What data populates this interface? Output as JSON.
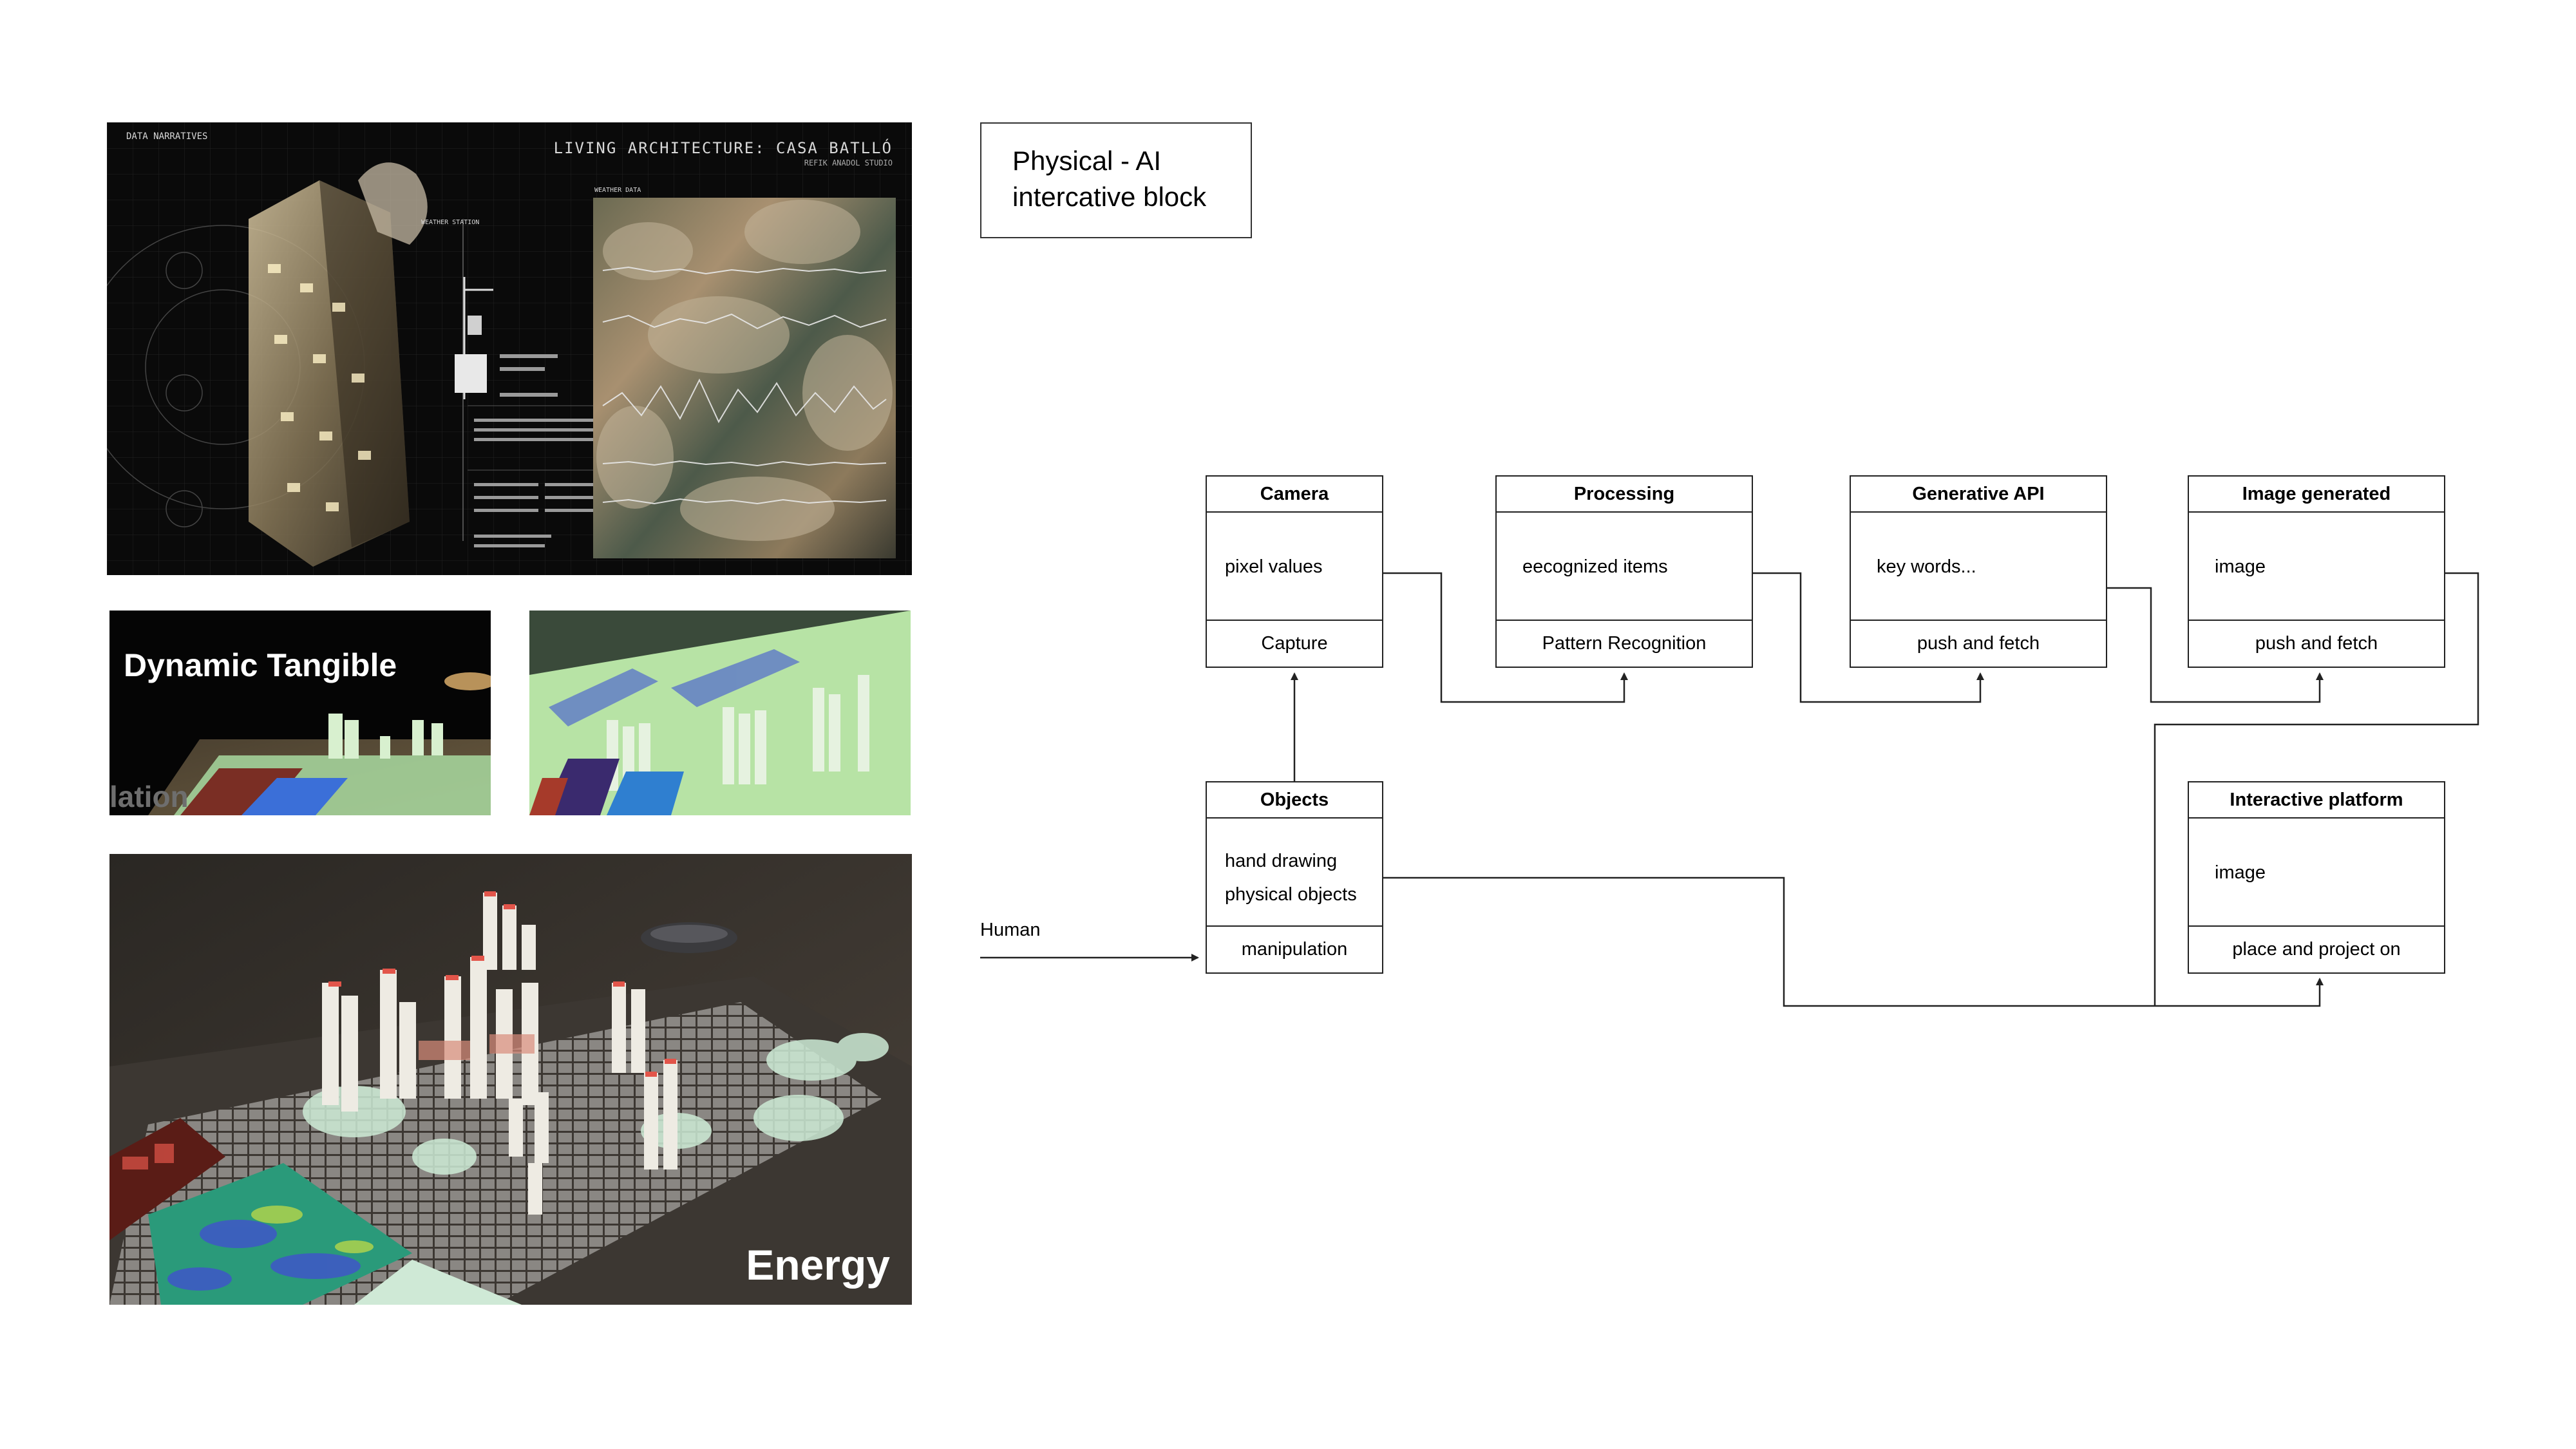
{
  "images": {
    "poster": {
      "header_left": "DATA NARRATIVES",
      "title": "LIVING ARCHITECTURE: CASA BATLLÓ",
      "studio": "REFIK ANADOL STUDIO",
      "section_weather_station": "WEATHER STATION",
      "section_weather_data": "WEATHER DATA"
    },
    "tangible": {
      "title": "Dynamic Tangible",
      "fragment": "lation"
    },
    "energy": {
      "title": "Energy"
    }
  },
  "diagram": {
    "note": {
      "line1": "Physical - AI",
      "line2": "intercative block"
    },
    "human_label": "Human",
    "nodes": {
      "camera": {
        "header": "Camera",
        "body": [
          "pixel values"
        ],
        "footer": "Capture"
      },
      "processing": {
        "header": "Processing",
        "body": [
          "eecognized items"
        ],
        "footer": "Pattern Recognition"
      },
      "generative": {
        "header": "Generative API",
        "body": [
          "key words..."
        ],
        "footer": "push and fetch"
      },
      "image_generated": {
        "header": "Image generated",
        "body": [
          "image"
        ],
        "footer": "push and fetch"
      },
      "objects": {
        "header": "Objects",
        "body": [
          "hand drawing",
          "physical objects"
        ],
        "footer": "manipulation"
      },
      "platform": {
        "header": "Interactive platform",
        "body": [
          "image"
        ],
        "footer": "place and project on"
      }
    }
  },
  "colors": {
    "line": "#222222",
    "panel_dark": "#0b0b0b",
    "energy_red": "#d9472f",
    "tile_green": "#b9f0c4"
  }
}
